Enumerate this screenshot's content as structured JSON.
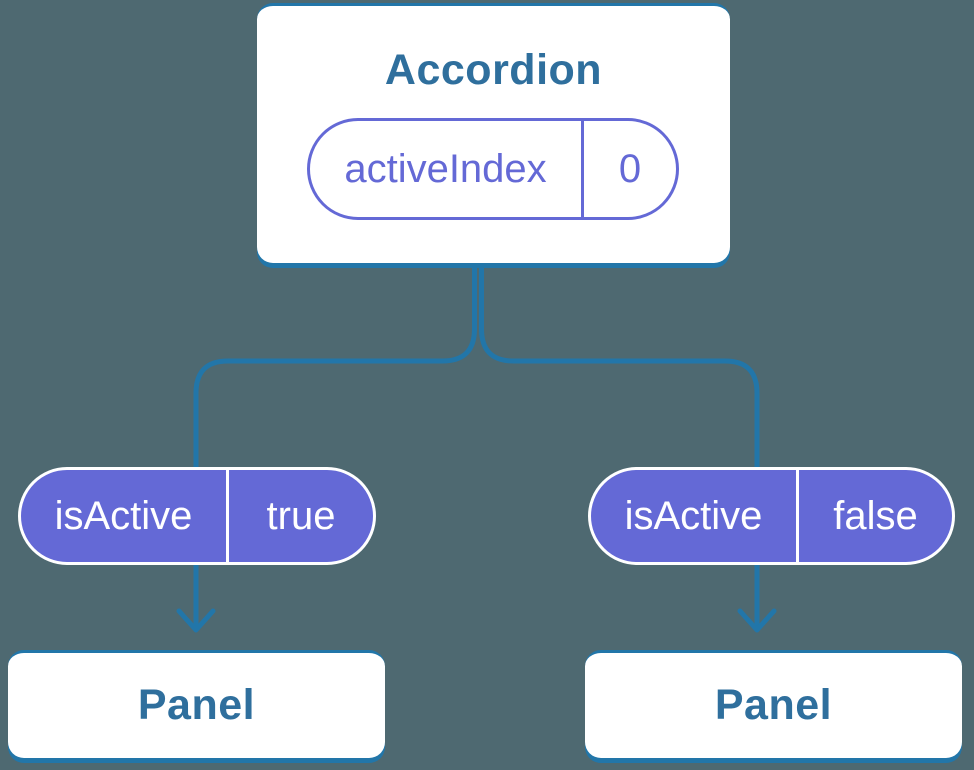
{
  "diagram": {
    "description": "React component tree showing state lifted to the Accordion parent and passed down as props to two Panel children",
    "root": {
      "title": "Accordion",
      "prop": {
        "name": "activeIndex",
        "value": "0"
      }
    },
    "children": [
      {
        "prop": {
          "name": "isActive",
          "value": "true"
        },
        "node": {
          "title": "Panel"
        }
      },
      {
        "prop": {
          "name": "isActive",
          "value": "false"
        },
        "node": {
          "title": "Panel"
        }
      }
    ]
  },
  "colors": {
    "bg": "#4e6971",
    "line": "#2276a9",
    "heading": "#2f6f9d",
    "purple": "#6469d6",
    "card": "#ffffff",
    "pill_text": "#ffffff"
  }
}
